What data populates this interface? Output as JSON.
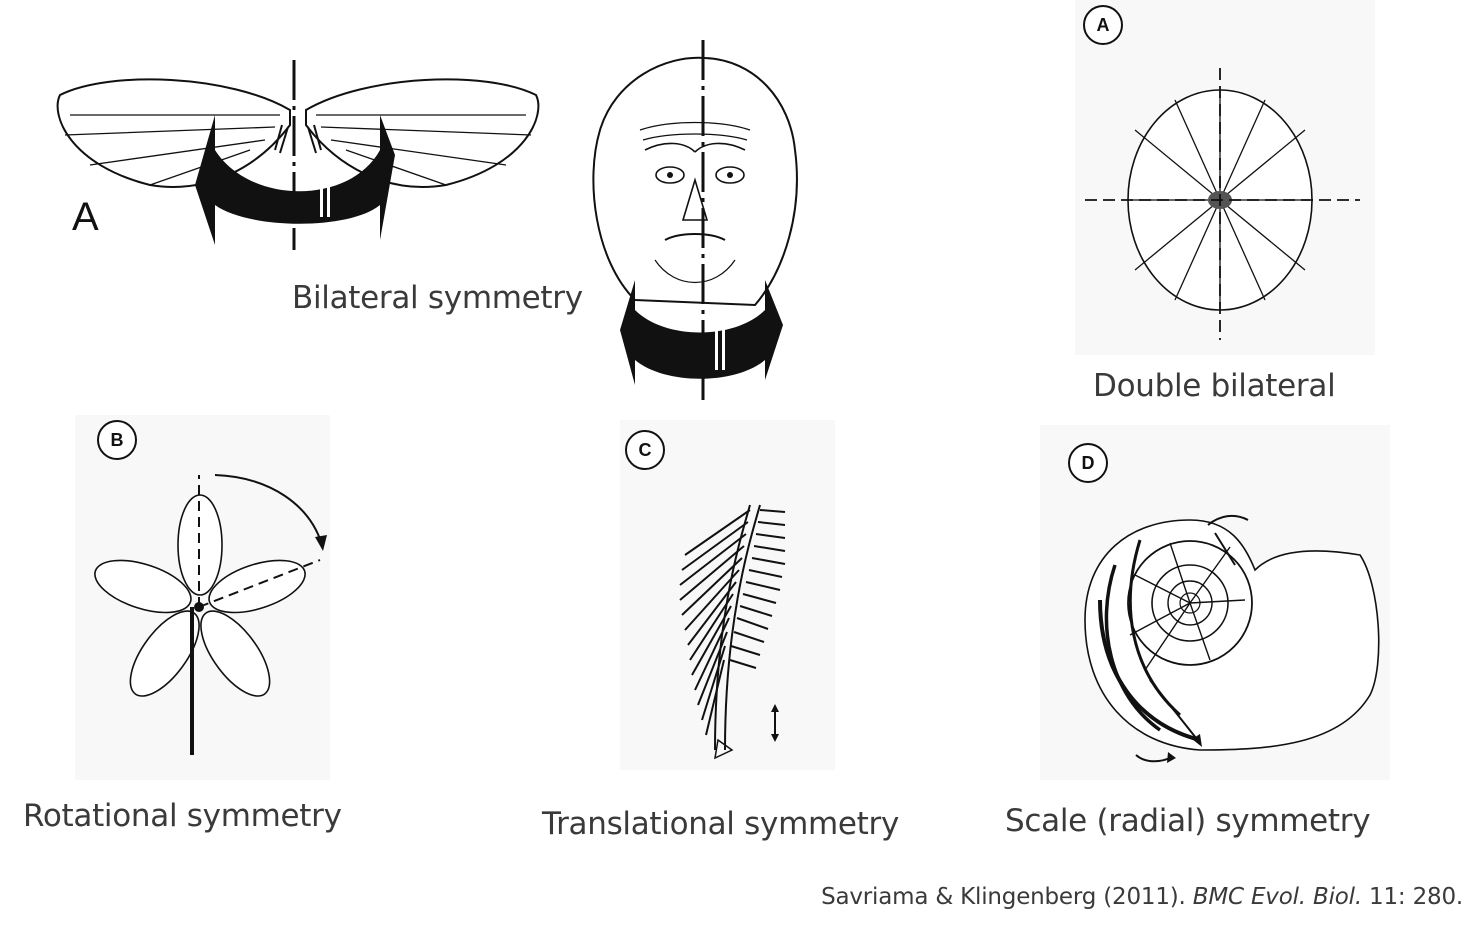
{
  "panels": {
    "fly": {
      "letter": "A"
    },
    "bilateral": {
      "caption": "Bilateral symmetry"
    },
    "double_bilateral": {
      "letter": "A",
      "caption": "Double bilateral"
    },
    "rotational": {
      "letter": "B",
      "caption": "Rotational symmetry"
    },
    "translational": {
      "letter": "C",
      "caption": "Translational symmetry"
    },
    "scale": {
      "letter": "D",
      "caption": "Scale (radial) symmetry"
    }
  },
  "citation": {
    "authors": "Savriama & Klingenberg (2011).",
    "journal": "BMC Evol. Biol.",
    "volume": " 11: 280."
  },
  "colors": {
    "line": "#111111",
    "caption": "#3a3a3a",
    "panel_bg": "#f8f8f8"
  }
}
